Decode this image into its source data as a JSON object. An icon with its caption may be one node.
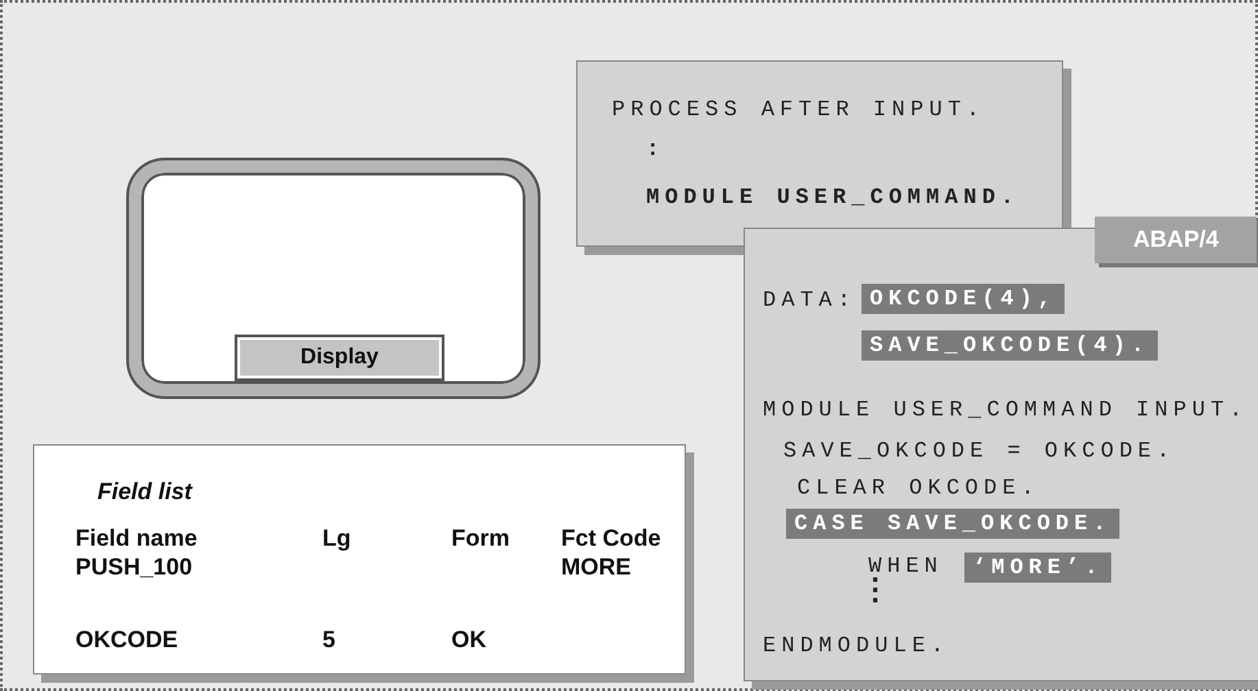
{
  "diagram": {
    "nodes": [
      {
        "text": [],
        "shape": "box"
      },
      {
        "text": [
          "Display"
        ],
        "in": 0
      },
      {
        "text": [
          "PROCESS AFTER INPUT.",
          ":",
          "MODULE USER_COMMAND."
        ]
      },
      {
        "text": [
          "ABAP/4",
          "DATA:",
          "OKCODE(4),",
          "SAVE_OKCODE(4).",
          "MODULE USER_COMMAND INPUT.",
          "SAVE_OKCODE = OKCODE.",
          "CLEAR OKCODE.",
          "CASE SAVE_OKCODE.",
          "WHEN",
          "‘MORE’.",
          "⋮",
          "ENDMODULE."
        ]
      },
      {
        "text": [
          "Field list",
          "Field name",
          "Lg",
          "Form",
          "Fct Code",
          "PUSH_100",
          "MORE",
          "OKCODE",
          "5",
          "OK"
        ]
      }
    ]
  }
}
